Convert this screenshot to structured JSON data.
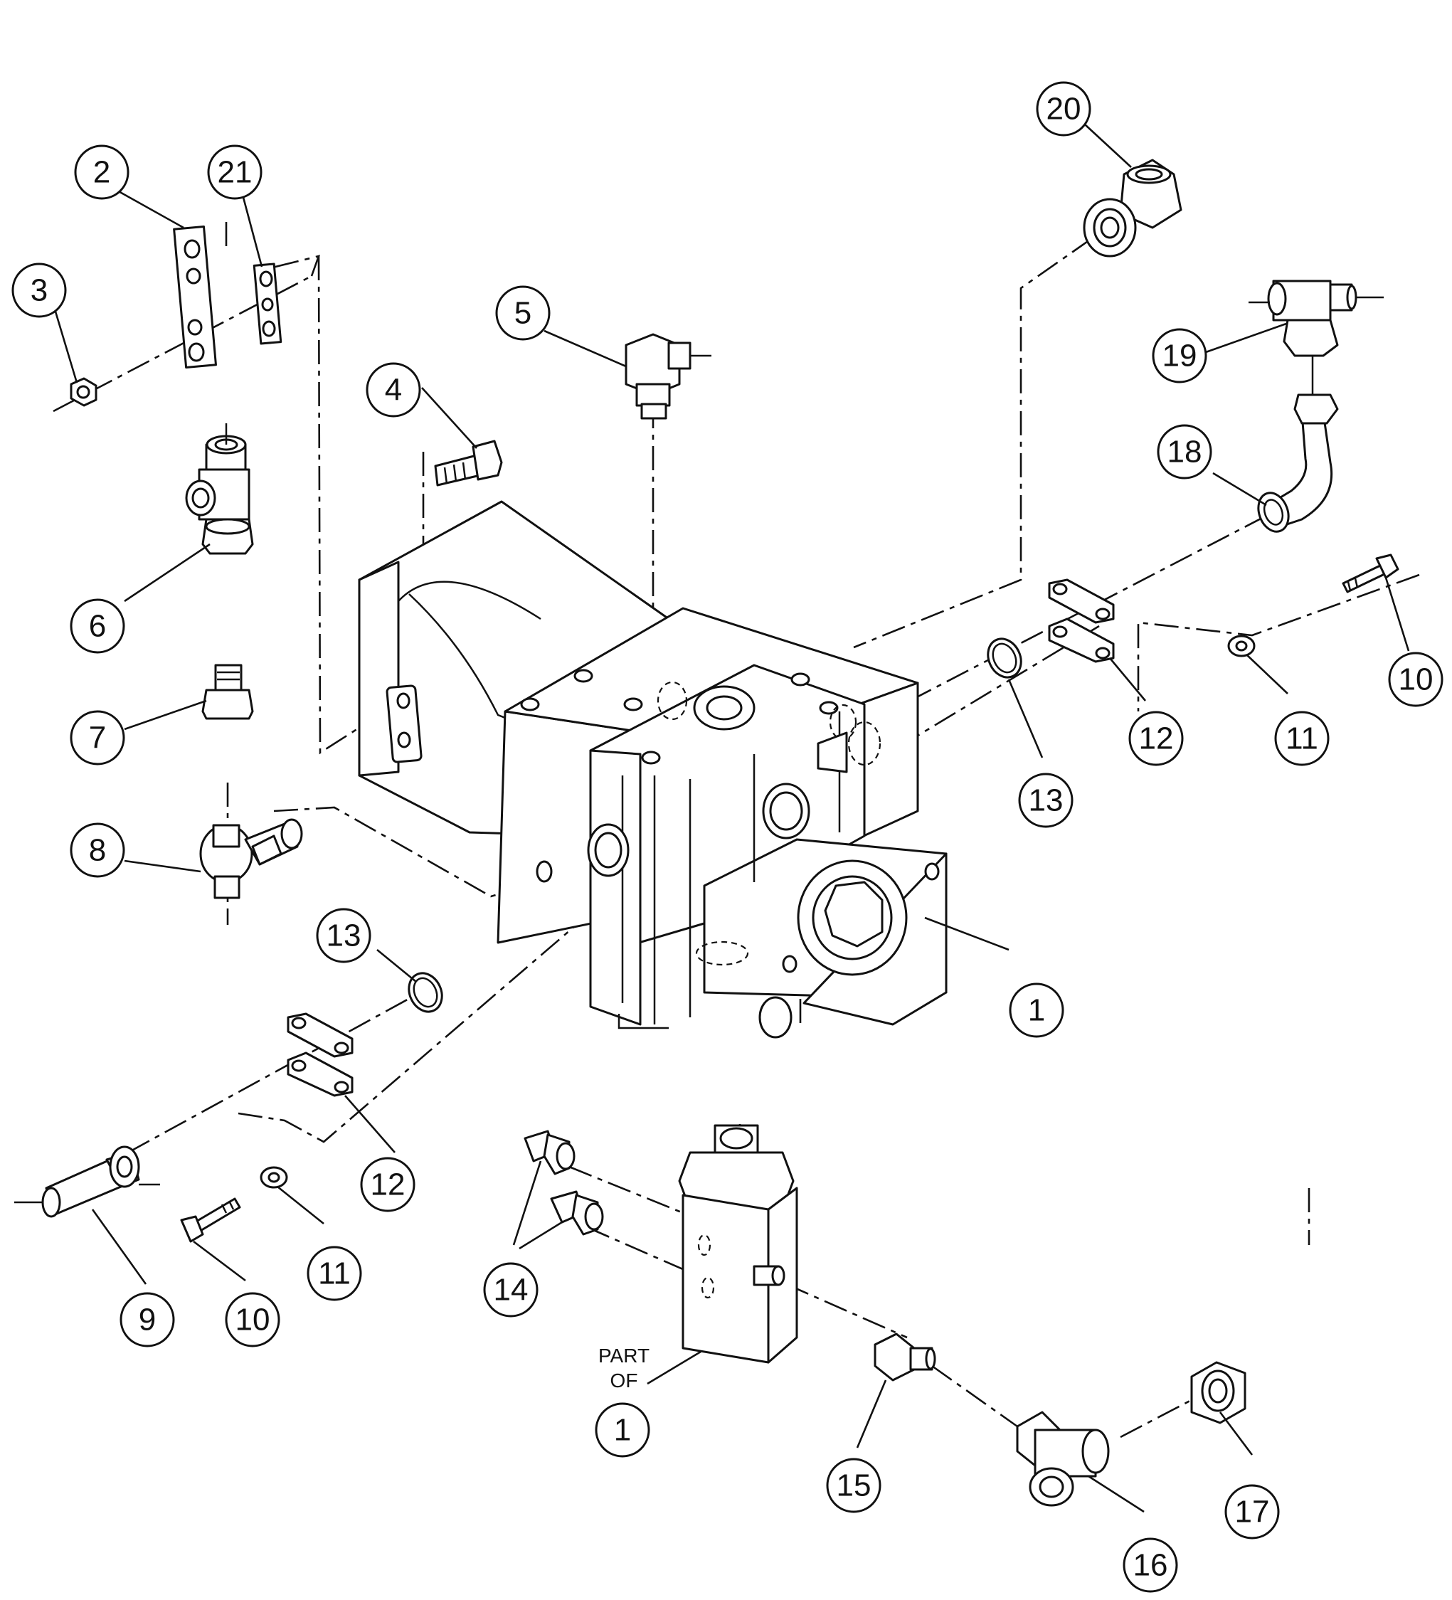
{
  "callouts": {
    "c1": "1",
    "c1_part_of": "1",
    "c2": "2",
    "c3": "3",
    "c4": "4",
    "c5": "5",
    "c6": "6",
    "c7": "7",
    "c8": "8",
    "c9": "9",
    "c10_right": "10",
    "c10_left": "10",
    "c11_right": "11",
    "c11_left": "11",
    "c12_right": "12",
    "c12_left": "12",
    "c13_right": "13",
    "c13_left": "13",
    "c14": "14",
    "c15": "15",
    "c16": "16",
    "c17": "17",
    "c18": "18",
    "c19": "19",
    "c20": "20",
    "c21": "21"
  },
  "notes": {
    "part_of_line1": "PART",
    "part_of_line2": "OF"
  }
}
